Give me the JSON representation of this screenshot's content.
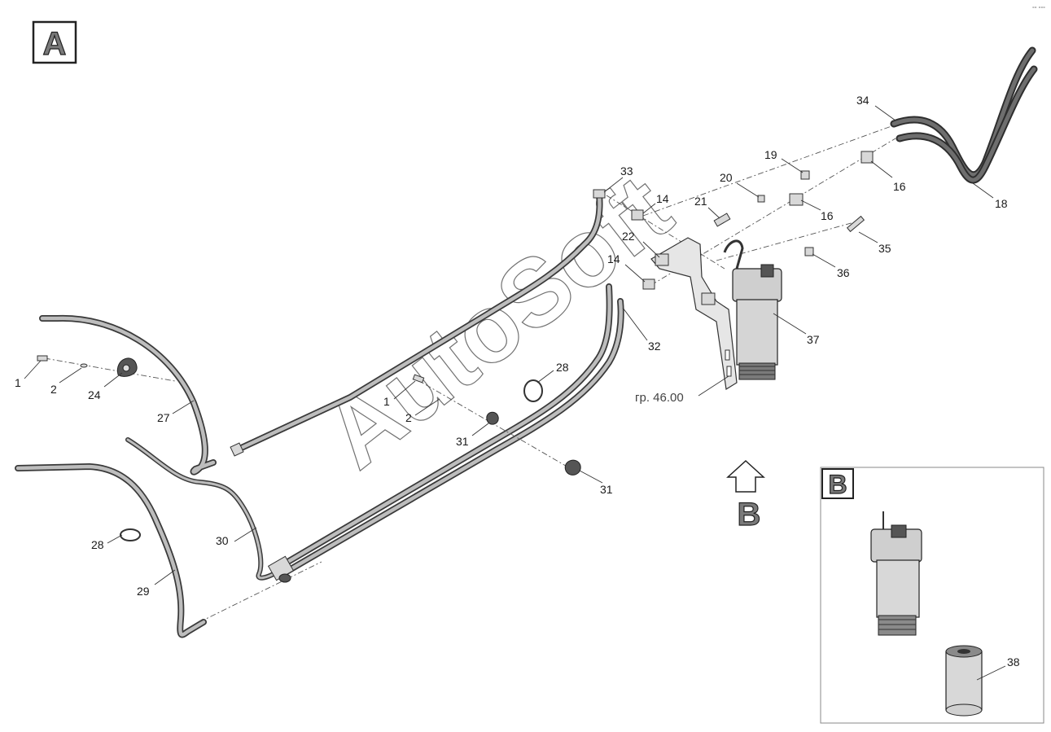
{
  "views": {
    "main_label": "A",
    "inset_label": "B",
    "arrow_label": "B"
  },
  "group_reference": "гр. 46.00",
  "watermark": "AutoSoft",
  "callouts": [
    "1",
    "2",
    "24",
    "27",
    "1",
    "2",
    "31",
    "28",
    "31",
    "33",
    "14",
    "22",
    "14",
    "32",
    "21",
    "20",
    "19",
    "16",
    "16",
    "34",
    "18",
    "35",
    "36",
    "37",
    "28",
    "29",
    "30",
    "38"
  ],
  "corner_mark": "°° °°°"
}
